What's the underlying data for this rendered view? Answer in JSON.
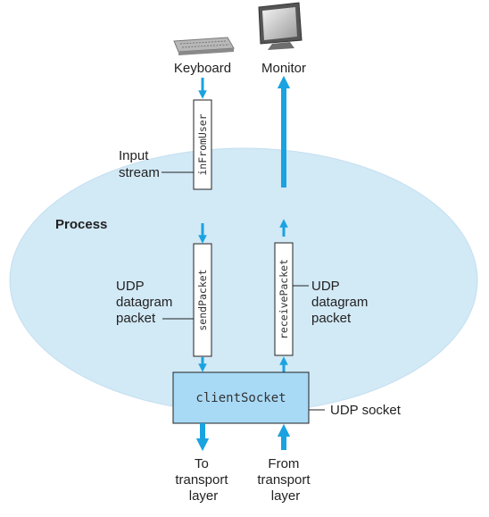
{
  "devices": {
    "keyboard_label": "Keyboard",
    "monitor_label": "Monitor"
  },
  "process": {
    "label": "Process"
  },
  "streams": {
    "input_stream_line1": "Input",
    "input_stream_line2": "stream",
    "in_from_user": "inFromUser",
    "send_packet": "sendPacket",
    "receive_packet": "receivePacket"
  },
  "left_packet": {
    "line1": "UDP",
    "line2": "datagram",
    "line3": "packet"
  },
  "right_packet": {
    "line1": "UDP",
    "line2": "datagram",
    "line3": "packet"
  },
  "socket": {
    "name": "clientSocket",
    "label": "UDP socket"
  },
  "transport": {
    "to_line1": "To",
    "to_line2": "transport",
    "to_line3": "layer",
    "from_line1": "From",
    "from_line2": "transport",
    "from_line3": "layer"
  },
  "colors": {
    "process_fill": "#d2e9f6",
    "socket_fill": "#a8daf6",
    "arrow": "#1aa3e0",
    "box_border": "#222222"
  }
}
